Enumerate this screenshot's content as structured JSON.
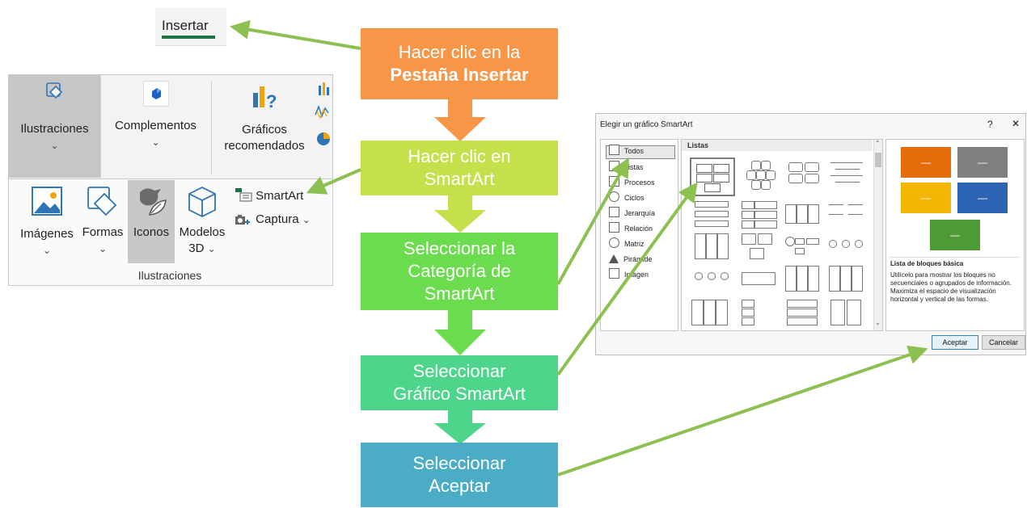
{
  "insert_tab": {
    "label": "Insertar"
  },
  "ribbon": {
    "top_buttons": [
      {
        "label": "Ilustraciones",
        "icon": "shapes-icon"
      },
      {
        "label": "Complementos",
        "icon": "addins-icon"
      },
      {
        "label_line1": "Gráficos",
        "label_line2": "recomendados",
        "icon": "chart-icon"
      }
    ],
    "bottom_buttons": [
      {
        "label": "Imágenes"
      },
      {
        "label": "Formas"
      },
      {
        "label": "Iconos"
      },
      {
        "label_line1": "Modelos",
        "label_line2": "3D"
      }
    ],
    "smartart": "SmartArt",
    "captura": "Captura",
    "group_label": "Ilustraciones"
  },
  "flow": {
    "step1_line1": "Hacer clic en la",
    "step1_line2": "Pestaña Insertar",
    "step2_line1": "Hacer clic en",
    "step2_line2": "SmartArt",
    "step3_line1": "Seleccionar la",
    "step3_line2": "Categoría de",
    "step3_line3": "SmartArt",
    "step4_line1": "Seleccionar",
    "step4_line2": "Gráfico SmartArt",
    "step5_line1": "Seleccionar",
    "step5_line2": "Aceptar"
  },
  "colors": {
    "step1": "#f79646",
    "step2": "#c4e04a",
    "step3": "#6bdc4e",
    "step4": "#4dd68b",
    "step5": "#4bacc6",
    "arrow": "#8cc152",
    "ribbon_accent": "#1e7145"
  },
  "dialog": {
    "title": "Elegir un gráfico SmartArt",
    "help": "?",
    "close": "✕",
    "categories": [
      "Todos",
      "Listas",
      "Procesos",
      "Ciclos",
      "Jerarquía",
      "Relación",
      "Matriz",
      "Pirámide",
      "Imagen"
    ],
    "gallery_header": "Listas",
    "preview_title": "Lista de bloques básica",
    "preview_desc": "Utilícelo para mostrar los bloques no secuenciales o agrupados de información. Maximiza el espacio de visualización horizontal y vertical de las formas.",
    "ok_label": "Aceptar",
    "cancel_label": "Cancelar",
    "preview_colors": [
      "#e46c0a",
      "#7f7f7f",
      "#f2b600",
      "#2e64b4",
      "#4e9a34"
    ],
    "preview_block_text": "—"
  }
}
